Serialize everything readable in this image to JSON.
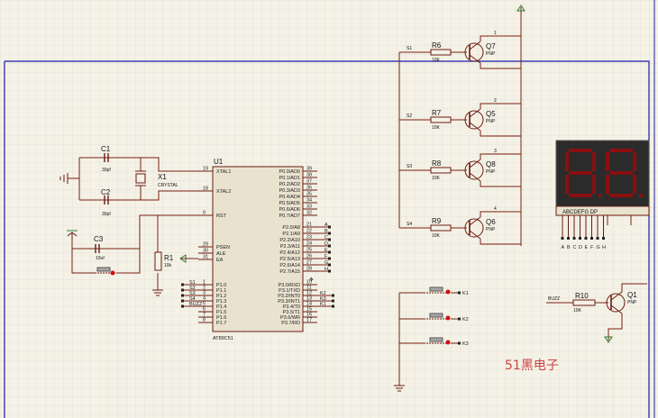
{
  "ic": {
    "ref": "U1",
    "part": "AT89C51",
    "left_pins": [
      {
        "num": "19",
        "name": "XTAL1"
      },
      {
        "num": "18",
        "name": "XTAL2"
      },
      {
        "num": "9",
        "name": "RST"
      },
      {
        "num": "29",
        "name": "PSEN"
      },
      {
        "num": "30",
        "name": "ALE"
      },
      {
        "num": "31",
        "name": "EA"
      },
      {
        "num": "1",
        "name": "P1.0"
      },
      {
        "num": "2",
        "name": "P1.1"
      },
      {
        "num": "3",
        "name": "P1.2"
      },
      {
        "num": "4",
        "name": "P1.3"
      },
      {
        "num": "5",
        "name": "P1.4"
      },
      {
        "num": "6",
        "name": "P1.5"
      },
      {
        "num": "7",
        "name": "P1.6"
      },
      {
        "num": "8",
        "name": "P1.7"
      }
    ],
    "right_pins": [
      {
        "num": "39",
        "name": "P0.0/AD0"
      },
      {
        "num": "38",
        "name": "P0.1/AD1"
      },
      {
        "num": "37",
        "name": "P0.2/AD2"
      },
      {
        "num": "36",
        "name": "P0.3/AD3"
      },
      {
        "num": "35",
        "name": "P0.4/AD4"
      },
      {
        "num": "34",
        "name": "P0.5/AD5"
      },
      {
        "num": "33",
        "name": "P0.6/AD6"
      },
      {
        "num": "32",
        "name": "P0.7/AD7"
      },
      {
        "num": "21",
        "name": "P2.0/A8"
      },
      {
        "num": "22",
        "name": "P2.1/A9"
      },
      {
        "num": "23",
        "name": "P2.2/A10"
      },
      {
        "num": "24",
        "name": "P2.3/A11"
      },
      {
        "num": "25",
        "name": "P2.4/A12"
      },
      {
        "num": "26",
        "name": "P2.5/A13"
      },
      {
        "num": "27",
        "name": "P2.6/A14"
      },
      {
        "num": "28",
        "name": "P2.7/A15"
      },
      {
        "num": "10",
        "name": "P3.0/RXD"
      },
      {
        "num": "11",
        "name": "P3.1/TXD"
      },
      {
        "num": "12",
        "name": "P3.2/INT0"
      },
      {
        "num": "13",
        "name": "P3.3/INT1"
      },
      {
        "num": "14",
        "name": "P3.4/T0"
      },
      {
        "num": "15",
        "name": "P3.5/T1"
      },
      {
        "num": "16",
        "name": "P3.6/WR"
      },
      {
        "num": "17",
        "name": "P3.7/RD"
      }
    ],
    "p2_net_labels": [
      "A",
      "B",
      "C",
      "D",
      "E",
      "F",
      "G",
      "H"
    ],
    "p3_net_labels": [
      "K2",
      "K3",
      "K1"
    ],
    "p1_net_labels": [
      "S1",
      "S2",
      "S3",
      "S4",
      "BUZZ"
    ]
  },
  "oscillator": {
    "c1": {
      "ref": "C1",
      "value": "30pf"
    },
    "c2": {
      "ref": "C2",
      "value": "30pf"
    },
    "x1": {
      "ref": "X1",
      "value": "CRYSTAL"
    }
  },
  "reset": {
    "c3": {
      "ref": "C3",
      "value": "10uf"
    },
    "r1": {
      "ref": "R1",
      "value": "10k"
    }
  },
  "digit_drivers": [
    {
      "net": "S1",
      "res_ref": "R6",
      "res_val": "10K",
      "q_ref": "Q7",
      "q_type": "PNP",
      "out": "1"
    },
    {
      "net": "S2",
      "res_ref": "R7",
      "res_val": "10K",
      "q_ref": "Q5",
      "q_type": "PNP",
      "out": "2"
    },
    {
      "net": "S3",
      "res_ref": "R8",
      "res_val": "10K",
      "q_ref": "Q8",
      "q_type": "PNP",
      "out": "3"
    },
    {
      "net": "S4",
      "res_ref": "R9",
      "res_val": "10K",
      "q_ref": "Q6",
      "q_type": "PNP",
      "out": "4"
    }
  ],
  "display": {
    "segment_label": "ABCDEFG DP",
    "pins": [
      "A",
      "B",
      "C",
      "D",
      "E",
      "F",
      "G",
      "H"
    ]
  },
  "keys": [
    {
      "label": "K1"
    },
    {
      "label": "K2"
    },
    {
      "label": "K3"
    }
  ],
  "buzzer_driver": {
    "net": "BUZZ",
    "res_ref": "R10",
    "res_val": "10K",
    "q_ref": "Q1",
    "q_type": "PNP"
  },
  "watermark": "51黑电子",
  "colors": {
    "background": "#f4f1e6",
    "grid": "#dcd8cc",
    "frame": "#1a1aa6",
    "wire": "#7a1f12",
    "display_body": "#2b2b2b",
    "segment": "#8a1010",
    "watermark": "#d04040"
  }
}
